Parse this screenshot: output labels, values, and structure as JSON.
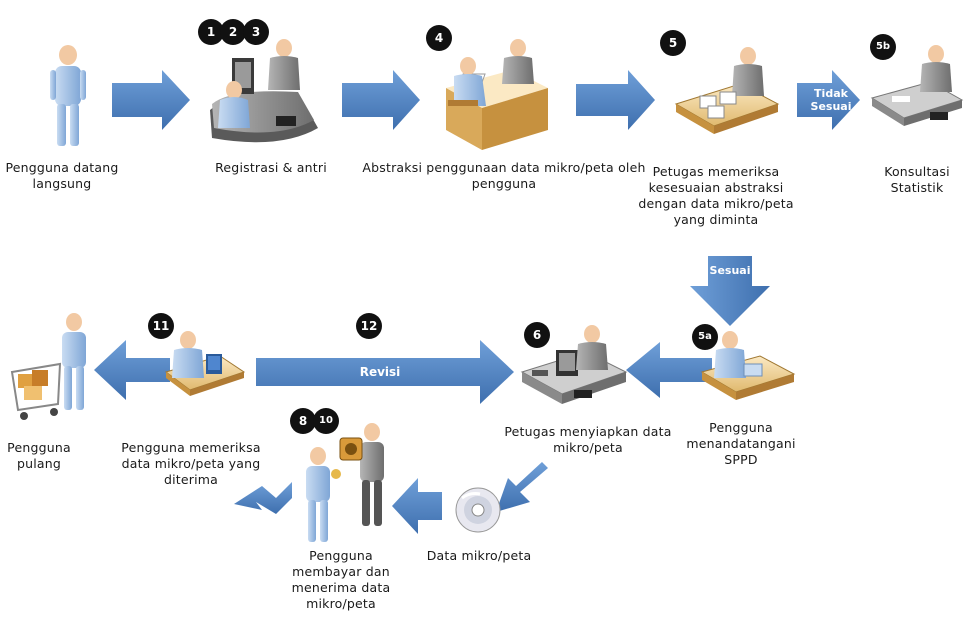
{
  "steps": {
    "s_datang": "Pengguna datang langsung",
    "s_registrasi": "Registrasi & antri",
    "s_abstraksi": "Abstraksi penggunaan data mikro/peta oleh pengguna",
    "s_periksa": "Petugas memeriksa kesesuaian abstraksi dengan data mikro/peta yang diminta",
    "s_konsultasi": "Konsultasi Statistik",
    "s_tandatangan": "Pengguna menandatangani SPPD",
    "s_siapkan": "Petugas menyiapkan data mikro/peta",
    "s_data": "Data mikro/peta",
    "s_bayar": "Pengguna membayar dan menerima data mikro/peta",
    "s_memeriksa": "Pengguna memeriksa data mikro/peta yang diterima",
    "s_pulang": "Pengguna pulang"
  },
  "badges": {
    "b1": "1",
    "b2": "2",
    "b3": "3",
    "b4": "4",
    "b5": "5",
    "b5b": "5b",
    "b5a": "5a",
    "b6": "6",
    "b8": "8",
    "b10": "10",
    "b11": "11",
    "b12": "12"
  },
  "arrows": {
    "tidak_sesuai": "Tidak Sesuai",
    "sesuai": "Sesuai",
    "revisi": "Revisi"
  },
  "colors": {
    "arrow": "#4a7ebb",
    "person": "#a9c6e8",
    "desk": "#f3d9a6",
    "staff": "#8c8c8c"
  }
}
